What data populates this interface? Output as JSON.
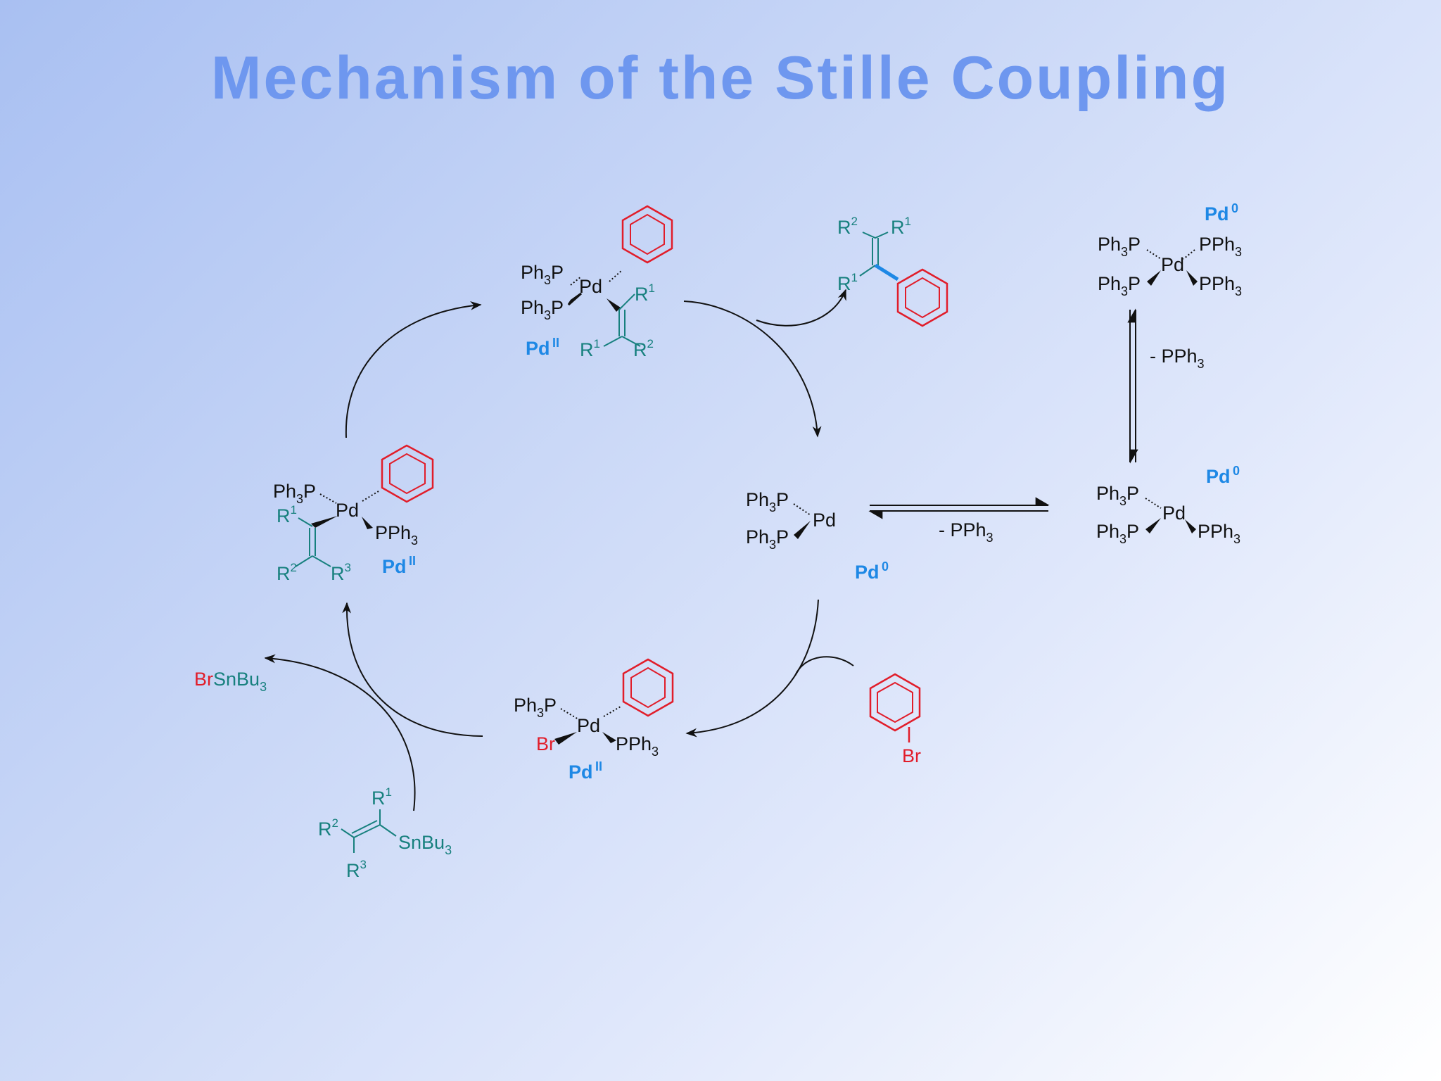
{
  "title": "Mechanism of the Stille Coupling",
  "colors": {
    "black": "#111111",
    "red": "#e11d2a",
    "teal": "#17807e",
    "blue": "#1e88e5",
    "title": "#6e97ef"
  },
  "labels": {
    "ph3p": "Ph",
    "ph3_sub": "3",
    "p": "P",
    "pph3_pre": "PPh",
    "pd": "Pd",
    "pd_ox0": "0",
    "pd_ox2": "II",
    "br": "Br",
    "sn": "SnBu",
    "sn_sub": "3",
    "r": "R",
    "r1": "1",
    "r2": "2",
    "r3": "3",
    "minus_pph3": "- PPh"
  }
}
